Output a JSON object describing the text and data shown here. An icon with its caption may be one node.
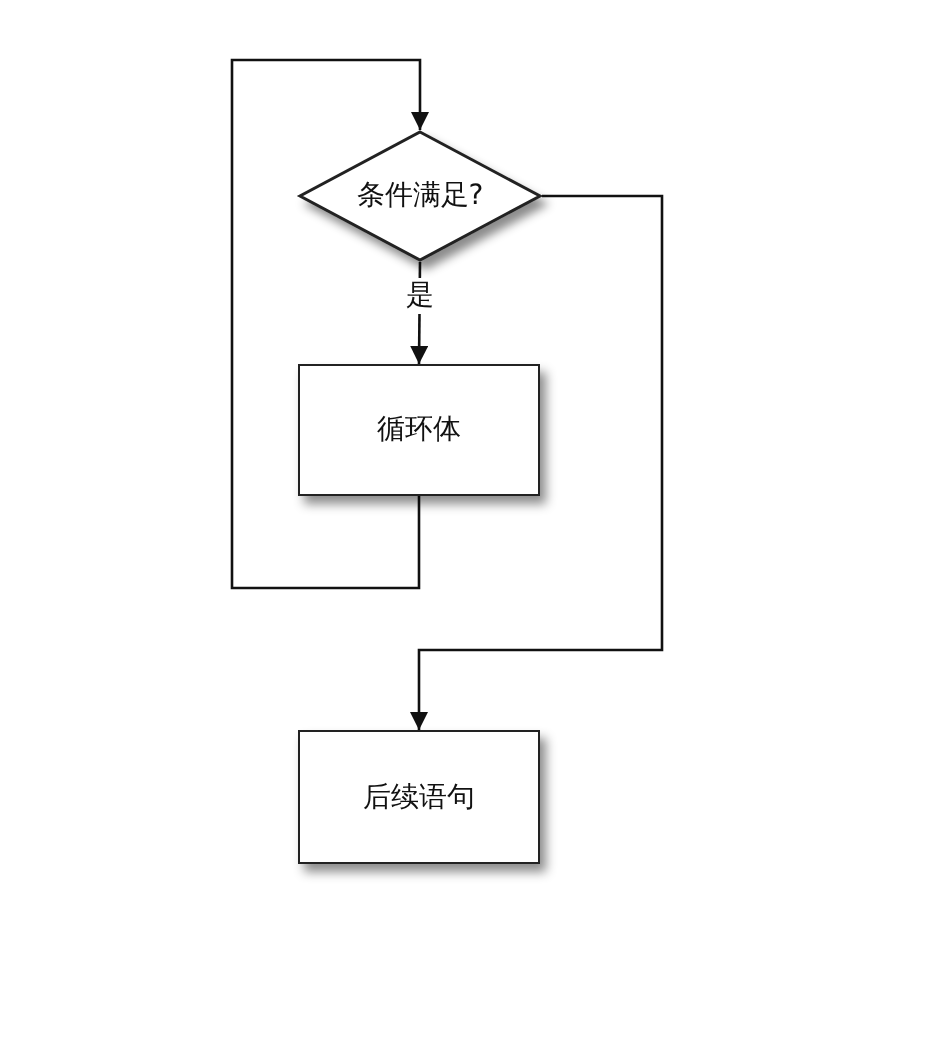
{
  "diagram": {
    "nodes": [
      {
        "text": [
          "条件满足?"
        ]
      },
      {
        "text": [
          "循环体"
        ]
      },
      {
        "text": [
          "后续语句"
        ]
      }
    ],
    "edges": [
      {
        "from": 0,
        "to": 1,
        "arrow": "to",
        "label": "是"
      },
      {
        "from": 1,
        "to": 0,
        "arrow": "to"
      },
      {
        "from": 0,
        "to": 2,
        "arrow": "to"
      }
    ]
  }
}
